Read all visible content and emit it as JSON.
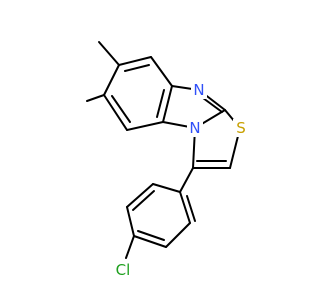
{
  "molecule": {
    "atoms": {
      "N_top": {
        "symbol": "N",
        "color": "#3050F8"
      },
      "N_ring": {
        "symbol": "N",
        "color": "#3050F8"
      },
      "S": {
        "symbol": "S",
        "color": "#C8A000"
      },
      "Cl": {
        "symbol": "Cl",
        "color": "#1FA01F"
      }
    }
  }
}
